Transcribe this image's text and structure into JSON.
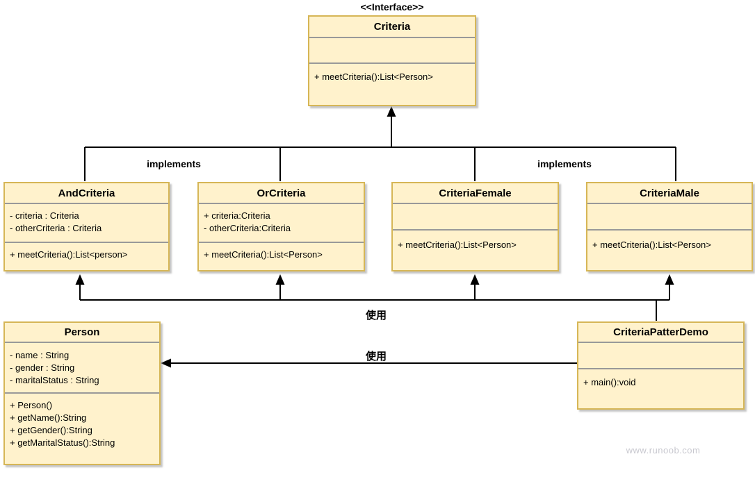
{
  "diagram": {
    "interface_stereotype": "<<Interface>>",
    "watermark": "www.runoob.com",
    "labels": {
      "implements_left": "implements",
      "implements_right": "implements",
      "use_top": "使用",
      "use_bottom": "使用"
    },
    "classes": [
      {
        "name": "Criteria",
        "stereotype": "<<Interface>>",
        "attributes": [],
        "methods": [
          "+ meetCriteria():List<Person>"
        ]
      },
      {
        "name": "AndCriteria",
        "attributes": [
          "- criteria : Criteria",
          "- otherCriteria : Criteria"
        ],
        "methods": [
          "+ meetCriteria():List<person>"
        ]
      },
      {
        "name": "OrCriteria",
        "attributes": [
          "+ criteria:Criteria",
          "- otherCriteria:Criteria"
        ],
        "methods": [
          "+ meetCriteria():List<Person>"
        ]
      },
      {
        "name": "CriteriaFemale",
        "attributes": [],
        "methods": [
          "+ meetCriteria():List<Person>"
        ]
      },
      {
        "name": "CriteriaMale",
        "attributes": [],
        "methods": [
          "+ meetCriteria():List<Person>"
        ]
      },
      {
        "name": "Person",
        "attributes": [
          "- name : String",
          "- gender : String",
          "- maritalStatus : String"
        ],
        "methods": [
          "+ Person()",
          "+ getName():String",
          "+ getGender():String",
          "+ getMaritalStatus():String"
        ]
      },
      {
        "name": "CriteriaPatterDemo",
        "attributes": [],
        "methods": [
          "+ main():void"
        ]
      }
    ],
    "relations": [
      {
        "from": "AndCriteria",
        "to": "Criteria",
        "type": "implements",
        "label": "implements"
      },
      {
        "from": "OrCriteria",
        "to": "Criteria",
        "type": "implements",
        "label": "implements"
      },
      {
        "from": "CriteriaFemale",
        "to": "Criteria",
        "type": "implements",
        "label": "implements"
      },
      {
        "from": "CriteriaMale",
        "to": "Criteria",
        "type": "implements",
        "label": "implements"
      },
      {
        "from": "CriteriaPatterDemo",
        "to": "AndCriteria,OrCriteria,CriteriaFemale,CriteriaMale",
        "type": "uses",
        "label": "使用"
      },
      {
        "from": "CriteriaPatterDemo",
        "to": "Person",
        "type": "uses",
        "label": "使用"
      }
    ],
    "colors": {
      "box_fill": "#FFF2CC",
      "box_border": "#D6B656",
      "divider": "#999999",
      "line": "#000000",
      "watermark": "#C8C8CF"
    }
  }
}
